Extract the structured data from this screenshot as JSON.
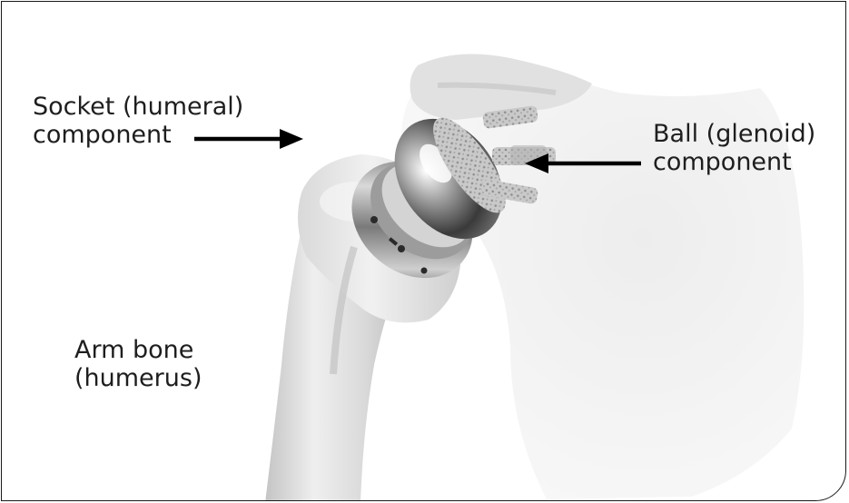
{
  "labels": {
    "socket": {
      "line1": "Socket (humeral)",
      "line2": "component"
    },
    "ball": {
      "line1": "Ball (glenoid)",
      "line2": "component"
    },
    "arm": {
      "line1": "Arm bone",
      "line2": "(humerus)"
    }
  },
  "colors": {
    "frame": "#1a1a1a",
    "text": "#1e1e1e",
    "bone": "#e6e6e6",
    "metal": "#8c8c8c"
  }
}
